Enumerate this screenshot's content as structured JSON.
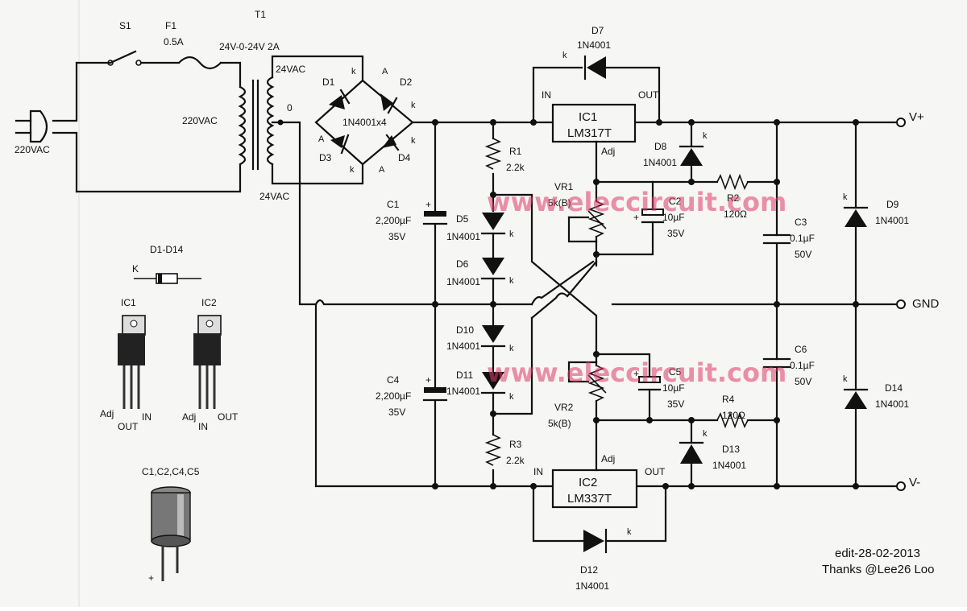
{
  "switch": {
    "ref": "S1"
  },
  "fuse": {
    "ref": "F1",
    "value": "0.5A"
  },
  "transformer": {
    "ref": "T1",
    "rating": "24V-0-24V 2A",
    "primary": "220VAC",
    "sec_top": "24VAC",
    "sec_bottom": "24VAC",
    "center": "0"
  },
  "plug": {
    "label": "220VAC"
  },
  "bridge": {
    "d1": "D1",
    "d2": "D2",
    "d3": "D3",
    "d4": "D4",
    "part": "1N4001x4"
  },
  "pin": {
    "a": "A",
    "k": "k",
    "K": "K"
  },
  "c1": {
    "ref": "C1",
    "value": "2,200µF",
    "volt": "35V"
  },
  "c4": {
    "ref": "C4",
    "value": "2,200µF",
    "volt": "35V"
  },
  "c2": {
    "ref": "C2",
    "value": "10µF",
    "volt": "35V"
  },
  "c5": {
    "ref": "C5",
    "value": "10µF",
    "volt": "35V"
  },
  "c3": {
    "ref": "C3",
    "value": "0.1µF",
    "volt": "50V"
  },
  "c6": {
    "ref": "C6",
    "value": "0.1µF",
    "volt": "50V"
  },
  "r1": {
    "ref": "R1",
    "value": "2.2k"
  },
  "r3": {
    "ref": "R3",
    "value": "2.2k"
  },
  "r2": {
    "ref": "R2",
    "value": "120Ω"
  },
  "r4": {
    "ref": "R4",
    "value": "120Ω"
  },
  "vr1": {
    "ref": "VR1",
    "value": "5k(B)"
  },
  "vr2": {
    "ref": "VR2",
    "value": "5k(B)"
  },
  "d5": {
    "ref": "D5",
    "part": "1N4001"
  },
  "d6": {
    "ref": "D6",
    "part": "1N4001"
  },
  "d10": {
    "ref": "D10",
    "part": "1N4001"
  },
  "d11": {
    "ref": "D11",
    "part": "1N4001"
  },
  "d7": {
    "ref": "D7",
    "part": "1N4001"
  },
  "d8": {
    "ref": "D8",
    "part": "1N4001"
  },
  "d9": {
    "ref": "D9",
    "part": "1N4001"
  },
  "d12": {
    "ref": "D12",
    "part": "1N4001"
  },
  "d13": {
    "ref": "D13",
    "part": "1N4001"
  },
  "d14": {
    "ref": "D14",
    "part": "1N4001"
  },
  "ic1": {
    "ref": "IC1",
    "part": "LM317T",
    "in": "IN",
    "out": "OUT",
    "adj": "Adj"
  },
  "ic2": {
    "ref": "IC2",
    "part": "LM337T",
    "in": "IN",
    "out": "OUT",
    "adj": "Adj"
  },
  "outputs": {
    "vplus": "V+",
    "gnd": "GND",
    "vminus": "V-"
  },
  "legend": {
    "diode_range": "D1-D14",
    "ic1": "IC1",
    "ic2": "IC2",
    "adj": "Adj",
    "out": "OUT",
    "in": "IN",
    "caps": "C1,C2,C4,C5",
    "plus": "+"
  },
  "watermark": "www.eleccircuit.com",
  "footer": {
    "edit": "edit-28-02-2013",
    "thanks": "Thanks @Lee26 Loo"
  }
}
